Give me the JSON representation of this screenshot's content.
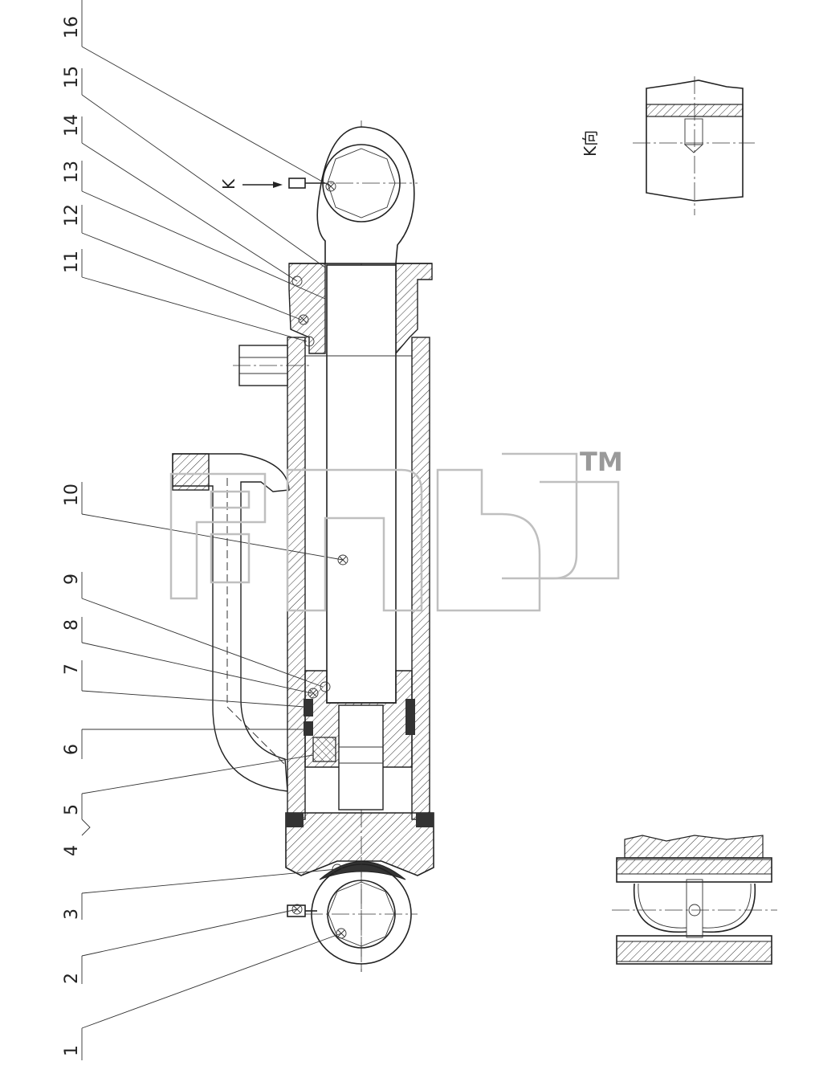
{
  "part_labels": [
    "1",
    "2",
    "3",
    "4",
    "5",
    "6",
    "7",
    "8",
    "9",
    "10",
    "11",
    "12",
    "13",
    "14",
    "15",
    "16"
  ],
  "arrow_label": "K",
  "view_label": "K向",
  "watermark_tm": "TM"
}
